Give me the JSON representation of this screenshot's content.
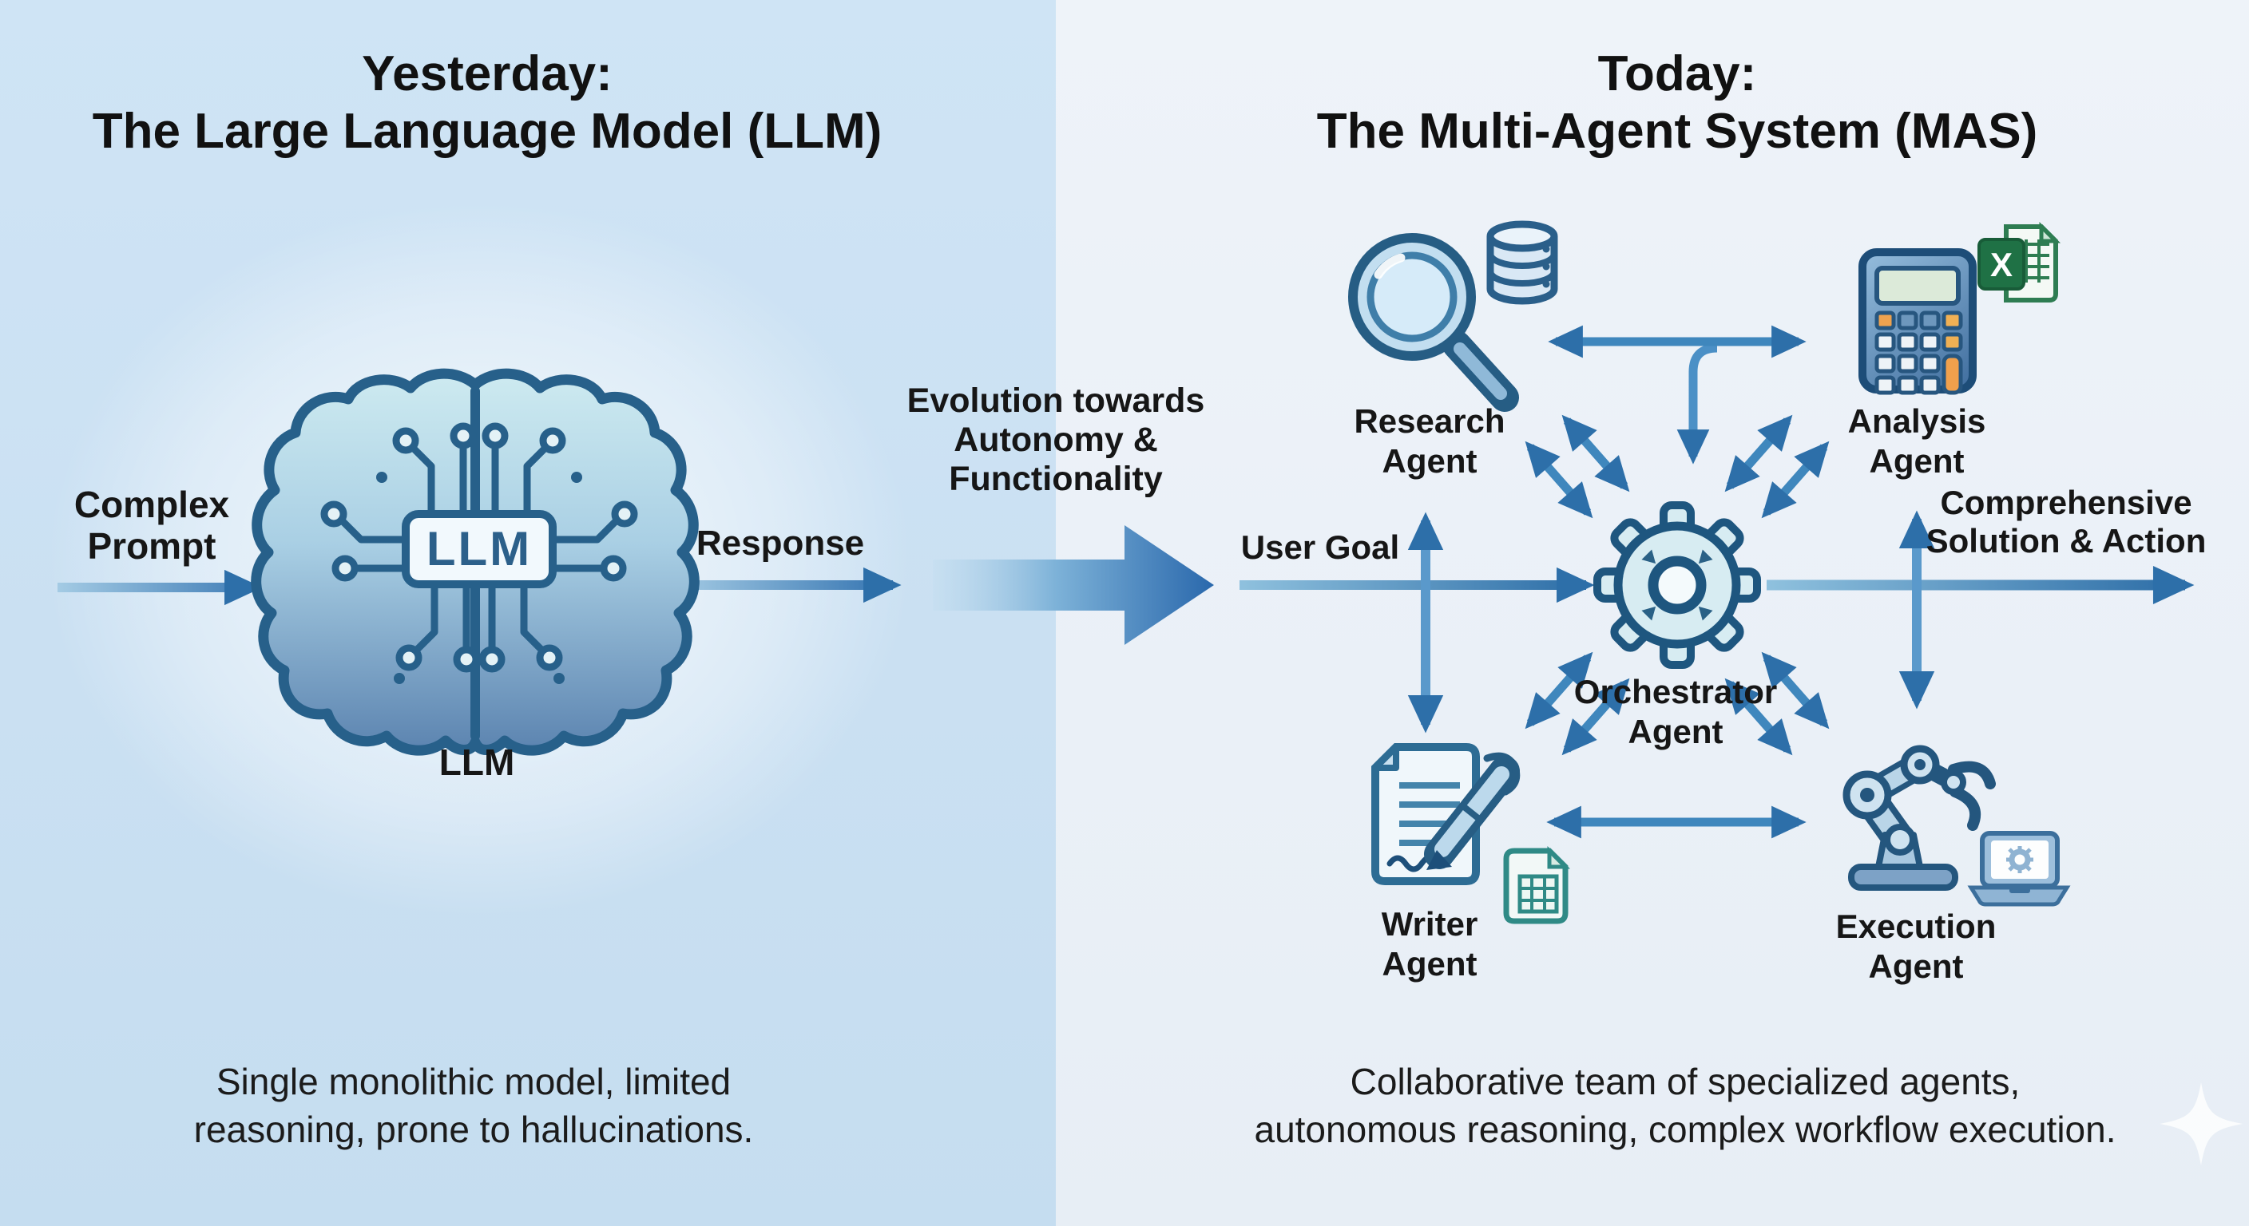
{
  "colors": {
    "left_bg": "#cde2f3",
    "right_bg": "#edf2f8",
    "arrow": "#3f87bd",
    "arrow_head": "#2d6fa9",
    "icon_outline": "#27608a",
    "text": "#161616",
    "excel_green": "#1f7145"
  },
  "left_panel": {
    "title_line1": "Yesterday:",
    "title_line2": "The Large Language Model (LLM)",
    "input_line1": "Complex",
    "input_line2": "Prompt",
    "chip_label": "LLM",
    "icon_caption": "LLM",
    "output_label": "Response",
    "caption_line1": "Single monolithic model, limited",
    "caption_line2": "reasoning, prone to hallucinations.",
    "icons": {
      "brain": "circuit-brain-icon"
    }
  },
  "transition": {
    "line1": "Evolution towards",
    "line2": "Autonomy &",
    "line3": "Functionality"
  },
  "right_panel": {
    "title_line1": "Today:",
    "title_line2": "The Multi-Agent System (MAS)",
    "input_label": "User Goal",
    "output_line1": "Comprehensive",
    "output_line2": "Solution & Action",
    "agents": {
      "research": {
        "line1": "Research",
        "line2": "Agent"
      },
      "analysis": {
        "line1": "Analysis",
        "line2": "Agent"
      },
      "orchestrator": {
        "line1": "Orchestrator",
        "line2": "Agent"
      },
      "writer": {
        "line1": "Writer",
        "line2": "Agent"
      },
      "execution": {
        "line1": "Execution",
        "line2": "Agent"
      }
    },
    "excel_letter": "X",
    "caption_line1": "Collaborative team of specialized agents,",
    "caption_line2": "autonomous reasoning, complex workflow execution.",
    "icons": {
      "research": "magnifier-icon / database-icon",
      "analysis": "calculator-icon / excel-file-icon",
      "orchestrator": "gear-icon",
      "writer": "document-icon / pen-icon / spreadsheet-file-icon",
      "execution": "robot-arm-icon / laptop-icon"
    }
  }
}
